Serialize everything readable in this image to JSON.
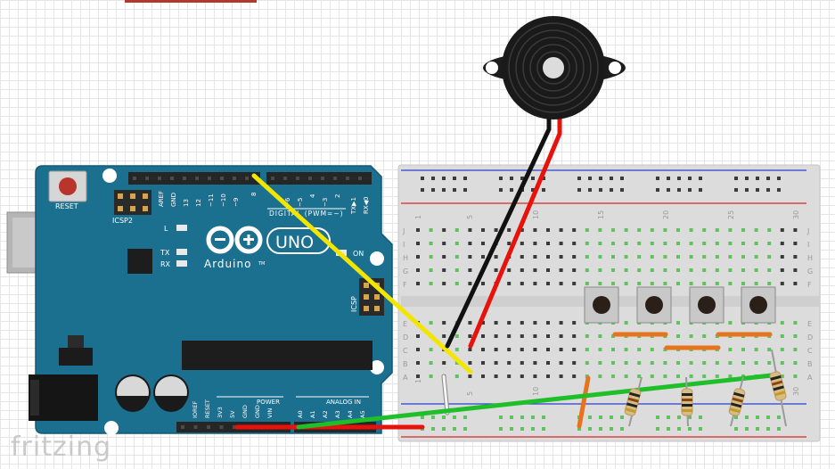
{
  "arduino": {
    "brand": "Arduino",
    "model": "UNO",
    "trademark": "TM",
    "reset_label": "RESET",
    "icsp2_label": "ICSP2",
    "icsp_label": "ICSP",
    "led_l": "L",
    "led_tx": "TX",
    "led_rx": "RX",
    "led_on": "ON",
    "digital_label": "DIGITAL (PWM=~)",
    "power_label": "POWER",
    "analog_label": "ANALOG IN",
    "digital_pins": [
      "AREF",
      "GND",
      "13",
      "12",
      "~11",
      "~10",
      "~9",
      "8",
      "7",
      "~6",
      "~5",
      "4",
      "~3",
      "2",
      "TX▶1",
      "RX◀0"
    ],
    "power_pins": [
      "IOREF",
      "RESET",
      "3V3",
      "5V",
      "GND",
      "GND",
      "VIN"
    ],
    "analog_pins": [
      "A0",
      "A1",
      "A2",
      "A3",
      "A4",
      "A5"
    ],
    "board_color": "#1b6f8f"
  },
  "breadboard": {
    "row_letters_top": [
      "J",
      "I",
      "H",
      "G",
      "F"
    ],
    "row_letters_bottom": [
      "E",
      "D",
      "C",
      "B",
      "A"
    ],
    "column_numbers": [
      "1",
      "5",
      "10",
      "15",
      "20",
      "25",
      "30"
    ]
  },
  "wire_colors": {
    "yellow": "#f2e600",
    "black": "#111111",
    "red": "#e8120c",
    "green": "#1fbf2a",
    "white": "#f4f4f4",
    "orange": "#e6731d"
  },
  "watermark": "fritzing"
}
